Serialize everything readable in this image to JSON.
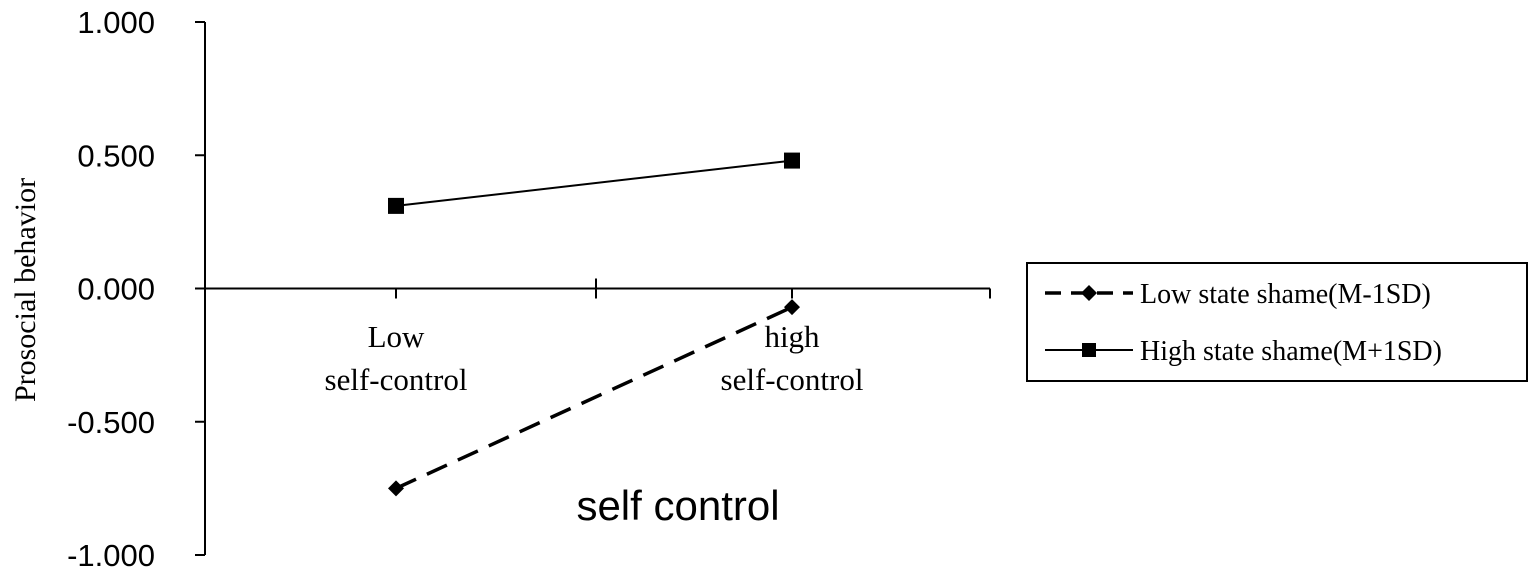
{
  "chart_data": {
    "type": "line",
    "categories": [
      "Low\nself-control",
      "high\nself-control"
    ],
    "xlabel": "self control",
    "ylabel": "Prosocial  behavior",
    "ylim": [
      -1.0,
      1.0
    ],
    "yticks": [
      1.0,
      0.5,
      0.0,
      -0.5,
      -1.0
    ],
    "ytick_labels": [
      "1.000",
      "0.500",
      "0.000",
      "-0.500",
      "-1.000"
    ],
    "grid": false,
    "legend_position": "right",
    "series": [
      {
        "name": "Low state shame(M-1SD)",
        "values": [
          -0.75,
          -0.07
        ],
        "marker": "diamond",
        "dash": "dashed",
        "color": "#000000"
      },
      {
        "name": "High state shame(M+1SD)",
        "values": [
          0.31,
          0.48
        ],
        "marker": "square",
        "dash": "solid",
        "color": "#000000"
      }
    ]
  }
}
